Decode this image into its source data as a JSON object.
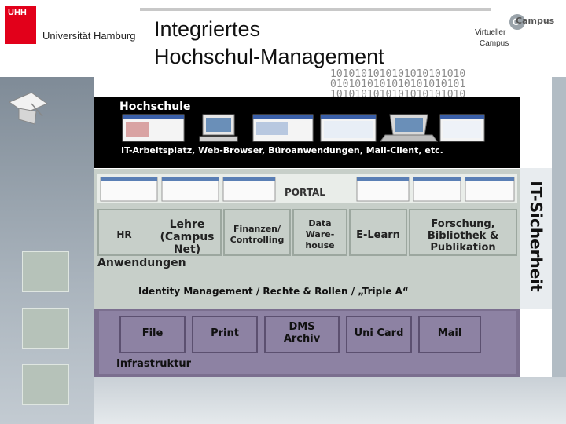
{
  "header": {
    "uni_logo_text": "UHH",
    "uni_name": "Universität Hamburg",
    "title_line1": "Integriertes",
    "title_line2": "Hochschul-Management",
    "vc_line1": "Virtueller",
    "vc_line2": "Campus",
    "vc_logo_text": "Campus"
  },
  "diagram": {
    "hochschule": "Hochschule",
    "arbeitsplatz": "IT-Arbeitsplatz, Web-Browser, Büroanwendungen, Mail-Client, etc.",
    "portal": "PORTAL",
    "apps": {
      "hr": "HR",
      "lehre_1": "Lehre",
      "lehre_2": "(Campus",
      "lehre_3": "Net)",
      "anwendungen": "Anwendungen",
      "finanzen_1": "Finanzen/",
      "finanzen_2": "Controlling",
      "data_1": "Data",
      "data_2": "Ware-",
      "data_3": "house",
      "elearn": "E-Learn",
      "forschung_1": "Forschung,",
      "forschung_2": "Bibliothek &",
      "forschung_3": "Publikation"
    },
    "identity": "Identity Management / Rechte & Rollen / „Triple A“",
    "infra": {
      "file": "File",
      "print": "Print",
      "dms_1": "DMS",
      "dms_2": "Archiv",
      "unicard": "Uni Card",
      "mail": "Mail",
      "label": "Infrastruktur"
    },
    "security": "IT-Sicherheit"
  },
  "colors": {
    "uhh_red": "#e2001a",
    "portal_bg": "#c7cfc9",
    "infra_bg": "#7b6f8f",
    "band_black": "#000000"
  }
}
